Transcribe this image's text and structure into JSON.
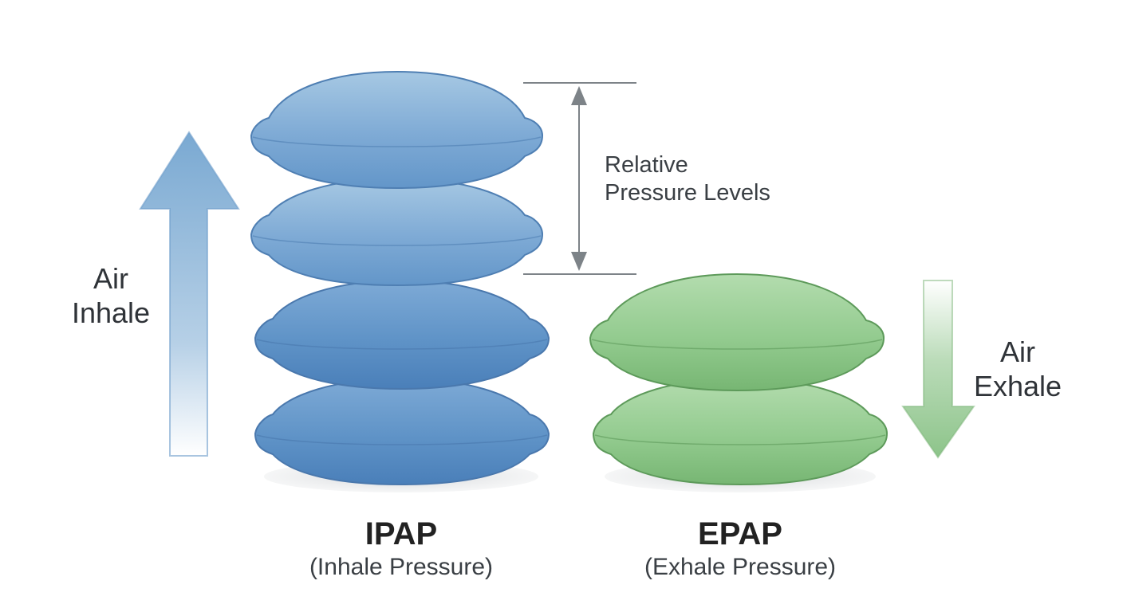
{
  "diagram": {
    "left_arrow": {
      "label_line1": "Air",
      "label_line2": "Inhale",
      "color": "#7aa9d2"
    },
    "right_arrow": {
      "label_line1": "Air",
      "label_line2": "Exhale",
      "color": "#8dc48a"
    },
    "measure": {
      "label_line1": "Relative",
      "label_line2": "Pressure Levels",
      "color": "#7d8388"
    },
    "stacks": [
      {
        "id": "ipap",
        "title": "IPAP",
        "subtitle": "(Inhale Pressure)",
        "cushion_count": 4,
        "colors": {
          "light": "#a6c8e3",
          "mid": "#6fa0cf",
          "dark": "#4d82bb",
          "edge": "#4a78ad"
        }
      },
      {
        "id": "epap",
        "title": "EPAP",
        "subtitle": "(Exhale Pressure)",
        "cushion_count": 2,
        "colors": {
          "light": "#b3dcae",
          "mid": "#8ac586",
          "dark": "#6aae66",
          "edge": "#5d9a5a"
        }
      }
    ]
  }
}
